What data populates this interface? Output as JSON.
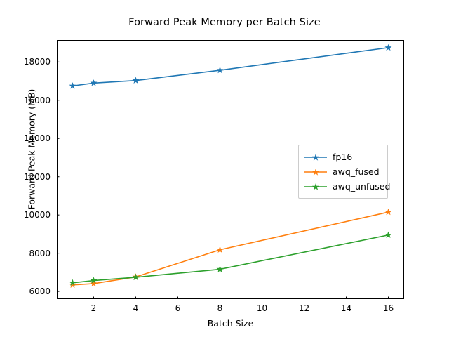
{
  "chart_data": {
    "type": "line",
    "title": "Forward Peak Memory per Batch Size",
    "xlabel": "Batch Size",
    "ylabel": "Forward Peak Memory (MB)",
    "x": [
      1,
      2,
      4,
      8,
      16
    ],
    "xlim": [
      0.25,
      16.75
    ],
    "ylim": [
      5600,
      19150
    ],
    "xticks": [
      2,
      4,
      6,
      8,
      10,
      12,
      14,
      16
    ],
    "xtick_labels": [
      "2",
      "4",
      "6",
      "8",
      "10",
      "12",
      "14",
      "16"
    ],
    "yticks": [
      6000,
      8000,
      10000,
      12000,
      14000,
      16000,
      18000
    ],
    "ytick_labels": [
      "6000",
      "8000",
      "10000",
      "12000",
      "14000",
      "16000",
      "18000"
    ],
    "grid": false,
    "legend_position": "center right",
    "marker": "star",
    "series": [
      {
        "name": "fp16",
        "color": "#1f77b4",
        "values": [
          16750,
          16900,
          17030,
          17570,
          18750
        ]
      },
      {
        "name": "awq_fused",
        "color": "#ff7f0e",
        "values": [
          6340,
          6410,
          6760,
          8180,
          10150
        ]
      },
      {
        "name": "awq_unfused",
        "color": "#2ca02c",
        "values": [
          6450,
          6570,
          6740,
          7160,
          8950
        ]
      }
    ]
  },
  "legend": {
    "items": [
      {
        "label": "fp16"
      },
      {
        "label": "awq_fused"
      },
      {
        "label": "awq_unfused"
      }
    ]
  }
}
